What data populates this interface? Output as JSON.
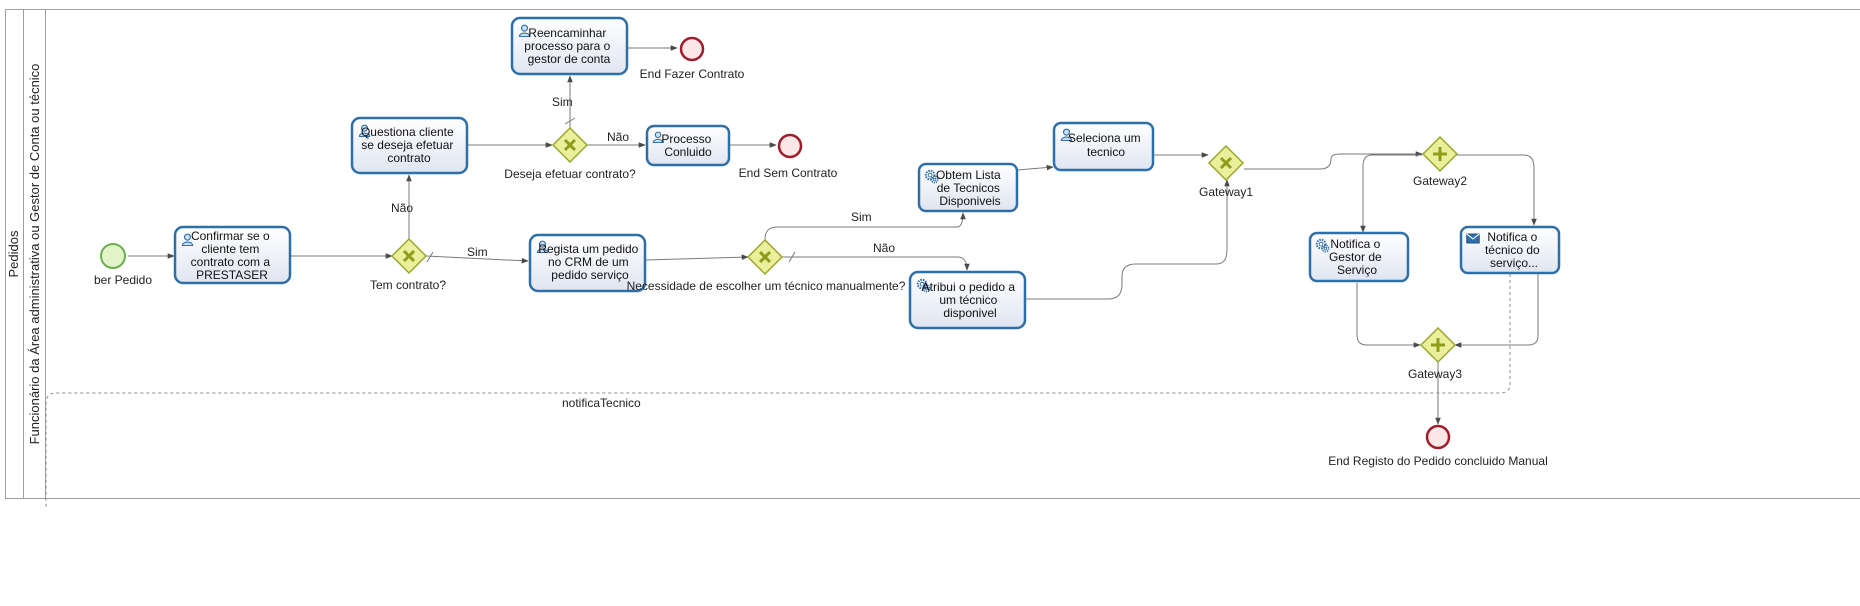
{
  "pool": {
    "name": "Pedidos"
  },
  "lane": {
    "name": "Funcionário da Área administrativa ou Gestor de Conta ou técnico"
  },
  "start_event": {
    "label": "ber Pedido"
  },
  "tasks": {
    "confirmar": [
      "Confirmar se o",
      "cliente tem",
      "contrato com a",
      "PRESTASER"
    ],
    "questiona": [
      "Questiona cliente",
      "se deseja efetuar",
      "contrato"
    ],
    "reencaminhar": [
      "Reencaminhar",
      "processo para o",
      "gestor de conta"
    ],
    "processo": [
      "Processo",
      "Conluido"
    ],
    "regista": [
      "Regista um pedido",
      "no CRM de um",
      "pedido serviço"
    ],
    "obtem": [
      "Obtem Lista",
      "de Tecnicos",
      "Disponiveis"
    ],
    "seleciona": [
      "Seleciona um",
      "tecnico"
    ],
    "atribui": [
      "Atribui o pedido a",
      "um técnico",
      "disponivel"
    ],
    "notifica_gestor": [
      "Notifica o",
      "Gestor de",
      "Serviço"
    ],
    "notifica_tecnico": [
      "Notifica o",
      "técnico do",
      "serviço..."
    ]
  },
  "gateways": {
    "tem_contrato": "Tem contrato?",
    "deseja": "Deseja efetuar contrato?",
    "necessidade": "Necessidade de escolher um técnico manualmente?",
    "gateway1": "Gateway1",
    "gateway2": "Gateway2",
    "gateway3": "Gateway3"
  },
  "end_events": {
    "fazer_contrato": "End Fazer Contrato",
    "sem_contrato": "End Sem Contrato",
    "registo": "End Registo do Pedido concluido Manual"
  },
  "flow_labels": {
    "sim": "Sim",
    "nao": "Não"
  },
  "message_flow": {
    "label": "notificaTecnico"
  }
}
